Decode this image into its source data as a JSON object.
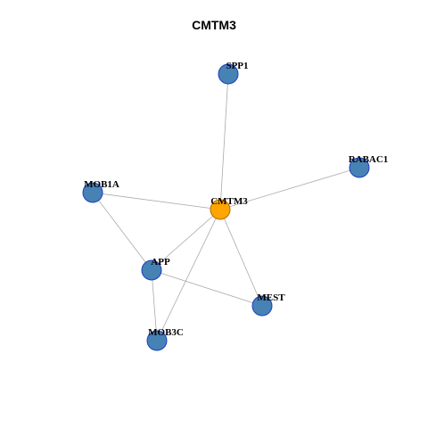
{
  "title": "CMTM3",
  "colors": {
    "edge": "#aaaaaa",
    "node_fill_default": "#4682b4",
    "node_fill_center": "#ffa500",
    "node_stroke_default": "#1f3fbf",
    "node_stroke_center": "#b36b00"
  },
  "network": {
    "nodes": [
      {
        "id": "SPP1",
        "label": "SPP1",
        "role": "neighbor"
      },
      {
        "id": "RABAC1",
        "label": "RABAC1",
        "role": "neighbor"
      },
      {
        "id": "MOB1A",
        "label": "MOB1A",
        "role": "neighbor"
      },
      {
        "id": "CMTM3",
        "label": "CMTM3",
        "role": "center"
      },
      {
        "id": "APP",
        "label": "APP",
        "role": "neighbor"
      },
      {
        "id": "MEST",
        "label": "MEST",
        "role": "neighbor"
      },
      {
        "id": "MOB3C",
        "label": "MOB3C",
        "role": "neighbor"
      }
    ],
    "edges": [
      {
        "source": "CMTM3",
        "target": "SPP1"
      },
      {
        "source": "CMTM3",
        "target": "RABAC1"
      },
      {
        "source": "CMTM3",
        "target": "MOB1A"
      },
      {
        "source": "CMTM3",
        "target": "APP"
      },
      {
        "source": "CMTM3",
        "target": "MEST"
      },
      {
        "source": "CMTM3",
        "target": "MOB3C"
      },
      {
        "source": "MOB1A",
        "target": "APP"
      },
      {
        "source": "APP",
        "target": "MEST"
      },
      {
        "source": "APP",
        "target": "MOB3C"
      }
    ]
  }
}
